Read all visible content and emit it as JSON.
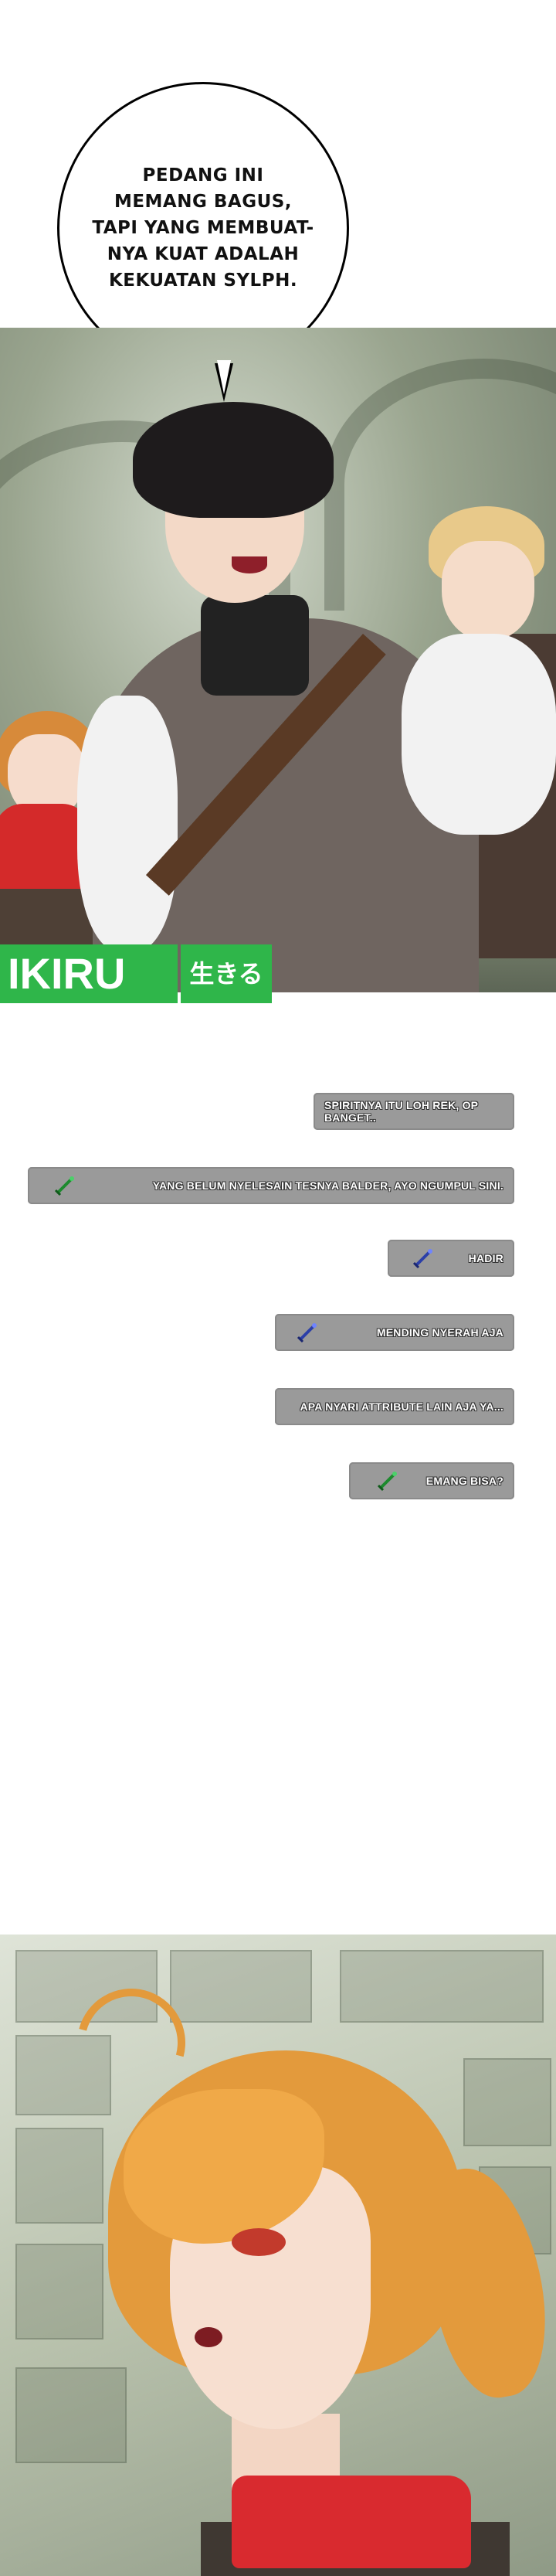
{
  "speech_bubble": {
    "lines": [
      "PEDANG INI",
      "MEMANG BAGUS,",
      "TAPI YANG MEMBUAT-",
      "NYA KUAT ADALAH",
      "KEKUATAN SYLPH."
    ]
  },
  "watermark": {
    "brand": "IKIRU",
    "japanese": "生きる",
    "color": "#2fb64a"
  },
  "chat": {
    "bubble_color": "#9a9a9a",
    "messages": [
      {
        "text": "SPIRITNYA ITU LOH REK, OP BANGET..",
        "icon": null
      },
      {
        "text": "YANG BELUM NYELESAIN TESNYA BALDER, AYO NGUMPUL SINI.",
        "icon": "green-sword-icon"
      },
      {
        "text": "HADIR",
        "icon": "blue-sword-icon"
      },
      {
        "text": "MENDING NYERAH AJA",
        "icon": "blue-sword-icon"
      },
      {
        "text": "APA NYARI ATTRIBUTE LAIN AJA YA...",
        "icon": null
      },
      {
        "text": "EMANG BISA?",
        "icon": "green-sword-icon"
      }
    ]
  }
}
